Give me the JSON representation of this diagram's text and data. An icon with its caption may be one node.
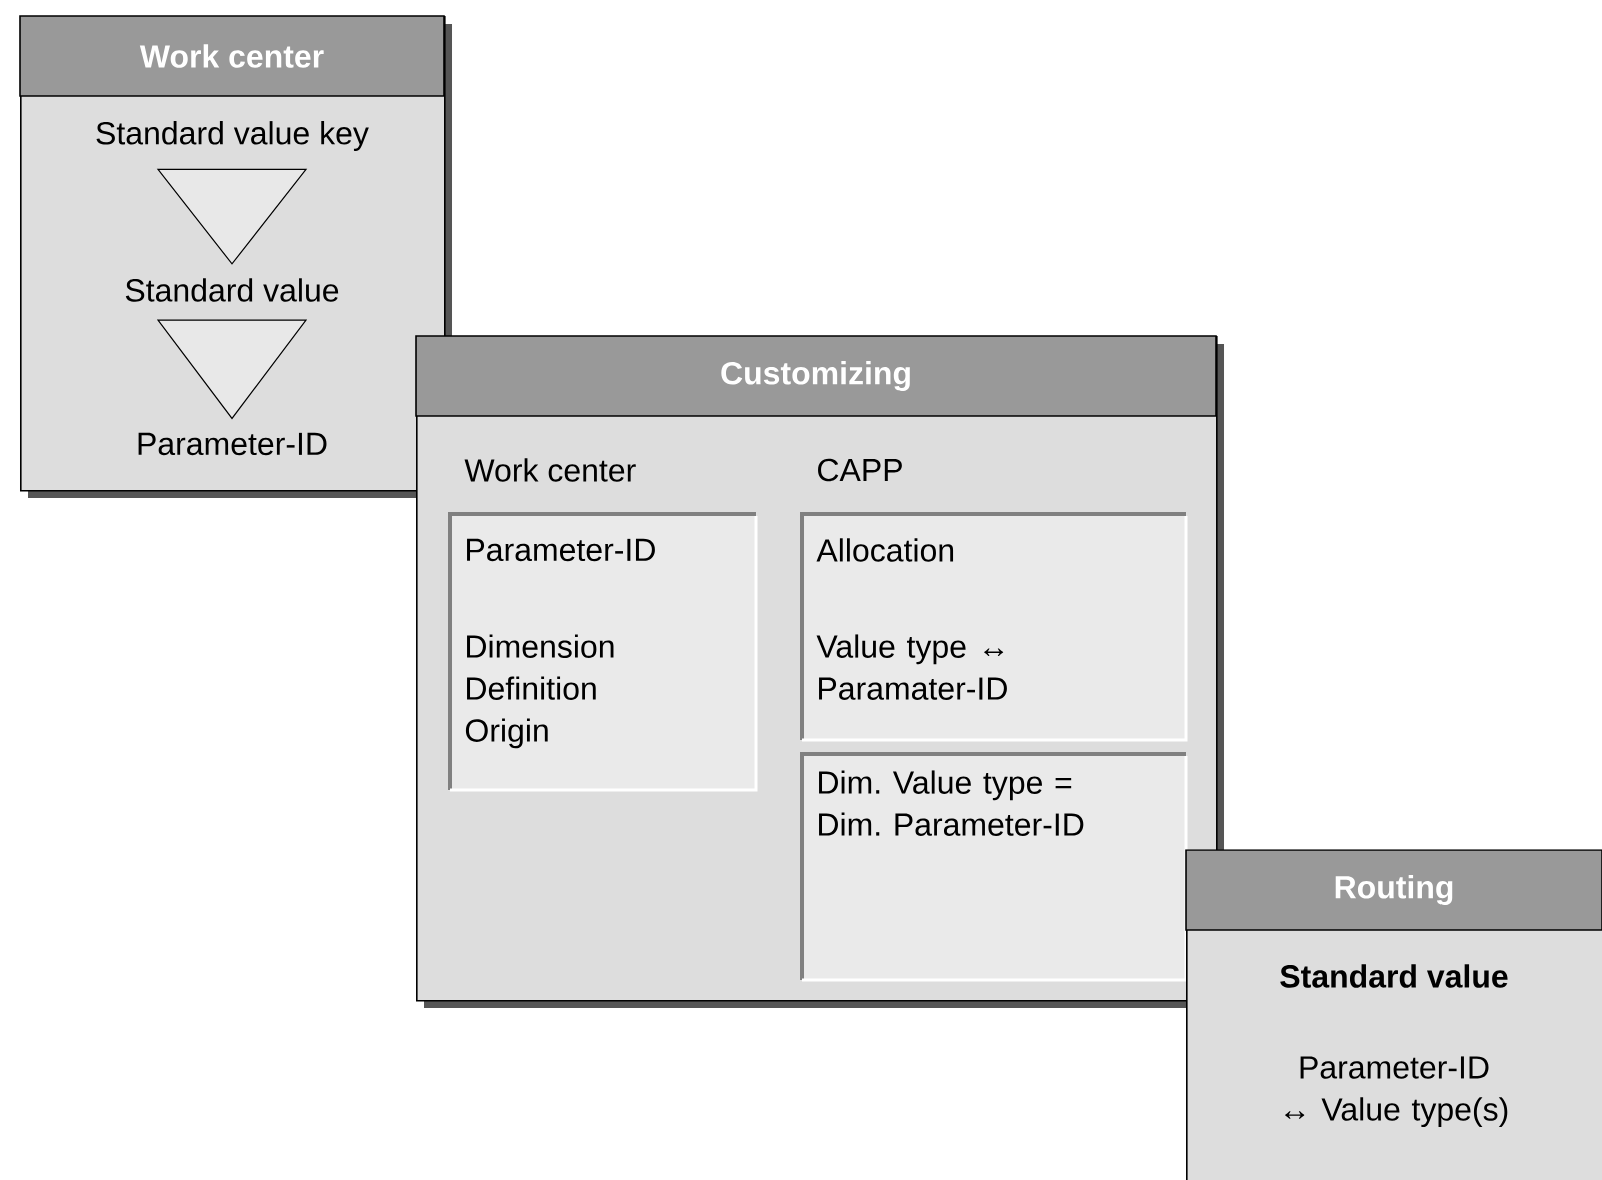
{
  "diagram": {
    "nodes": [
      {
        "text": [
          "Work center"
        ]
      },
      {
        "text": [
          "Standard value key"
        ],
        "in": 0
      },
      {
        "text": [
          "Standard value"
        ],
        "in": 0
      },
      {
        "text": [
          "Parameter-ID"
        ],
        "in": 0
      },
      {
        "text": [
          "Customizing"
        ]
      },
      {
        "text": [
          "Work center",
          "Parameter-ID",
          "Dimension Definition Origin"
        ],
        "in": 4
      },
      {
        "text": [
          "CAPP",
          "Allocation",
          "Value type ↔ Paramater-ID"
        ],
        "in": 4
      },
      {
        "text": [
          "Dim. Value type = Dim. Parameter-ID"
        ],
        "in": 4
      },
      {
        "text": [
          "Routing",
          "Standard value",
          "Parameter-ID ↔ Value type(s)"
        ]
      }
    ],
    "edges": [
      {
        "from": 1,
        "to": 2,
        "arrow": "to"
      },
      {
        "from": 2,
        "to": 3,
        "arrow": "to"
      }
    ]
  }
}
